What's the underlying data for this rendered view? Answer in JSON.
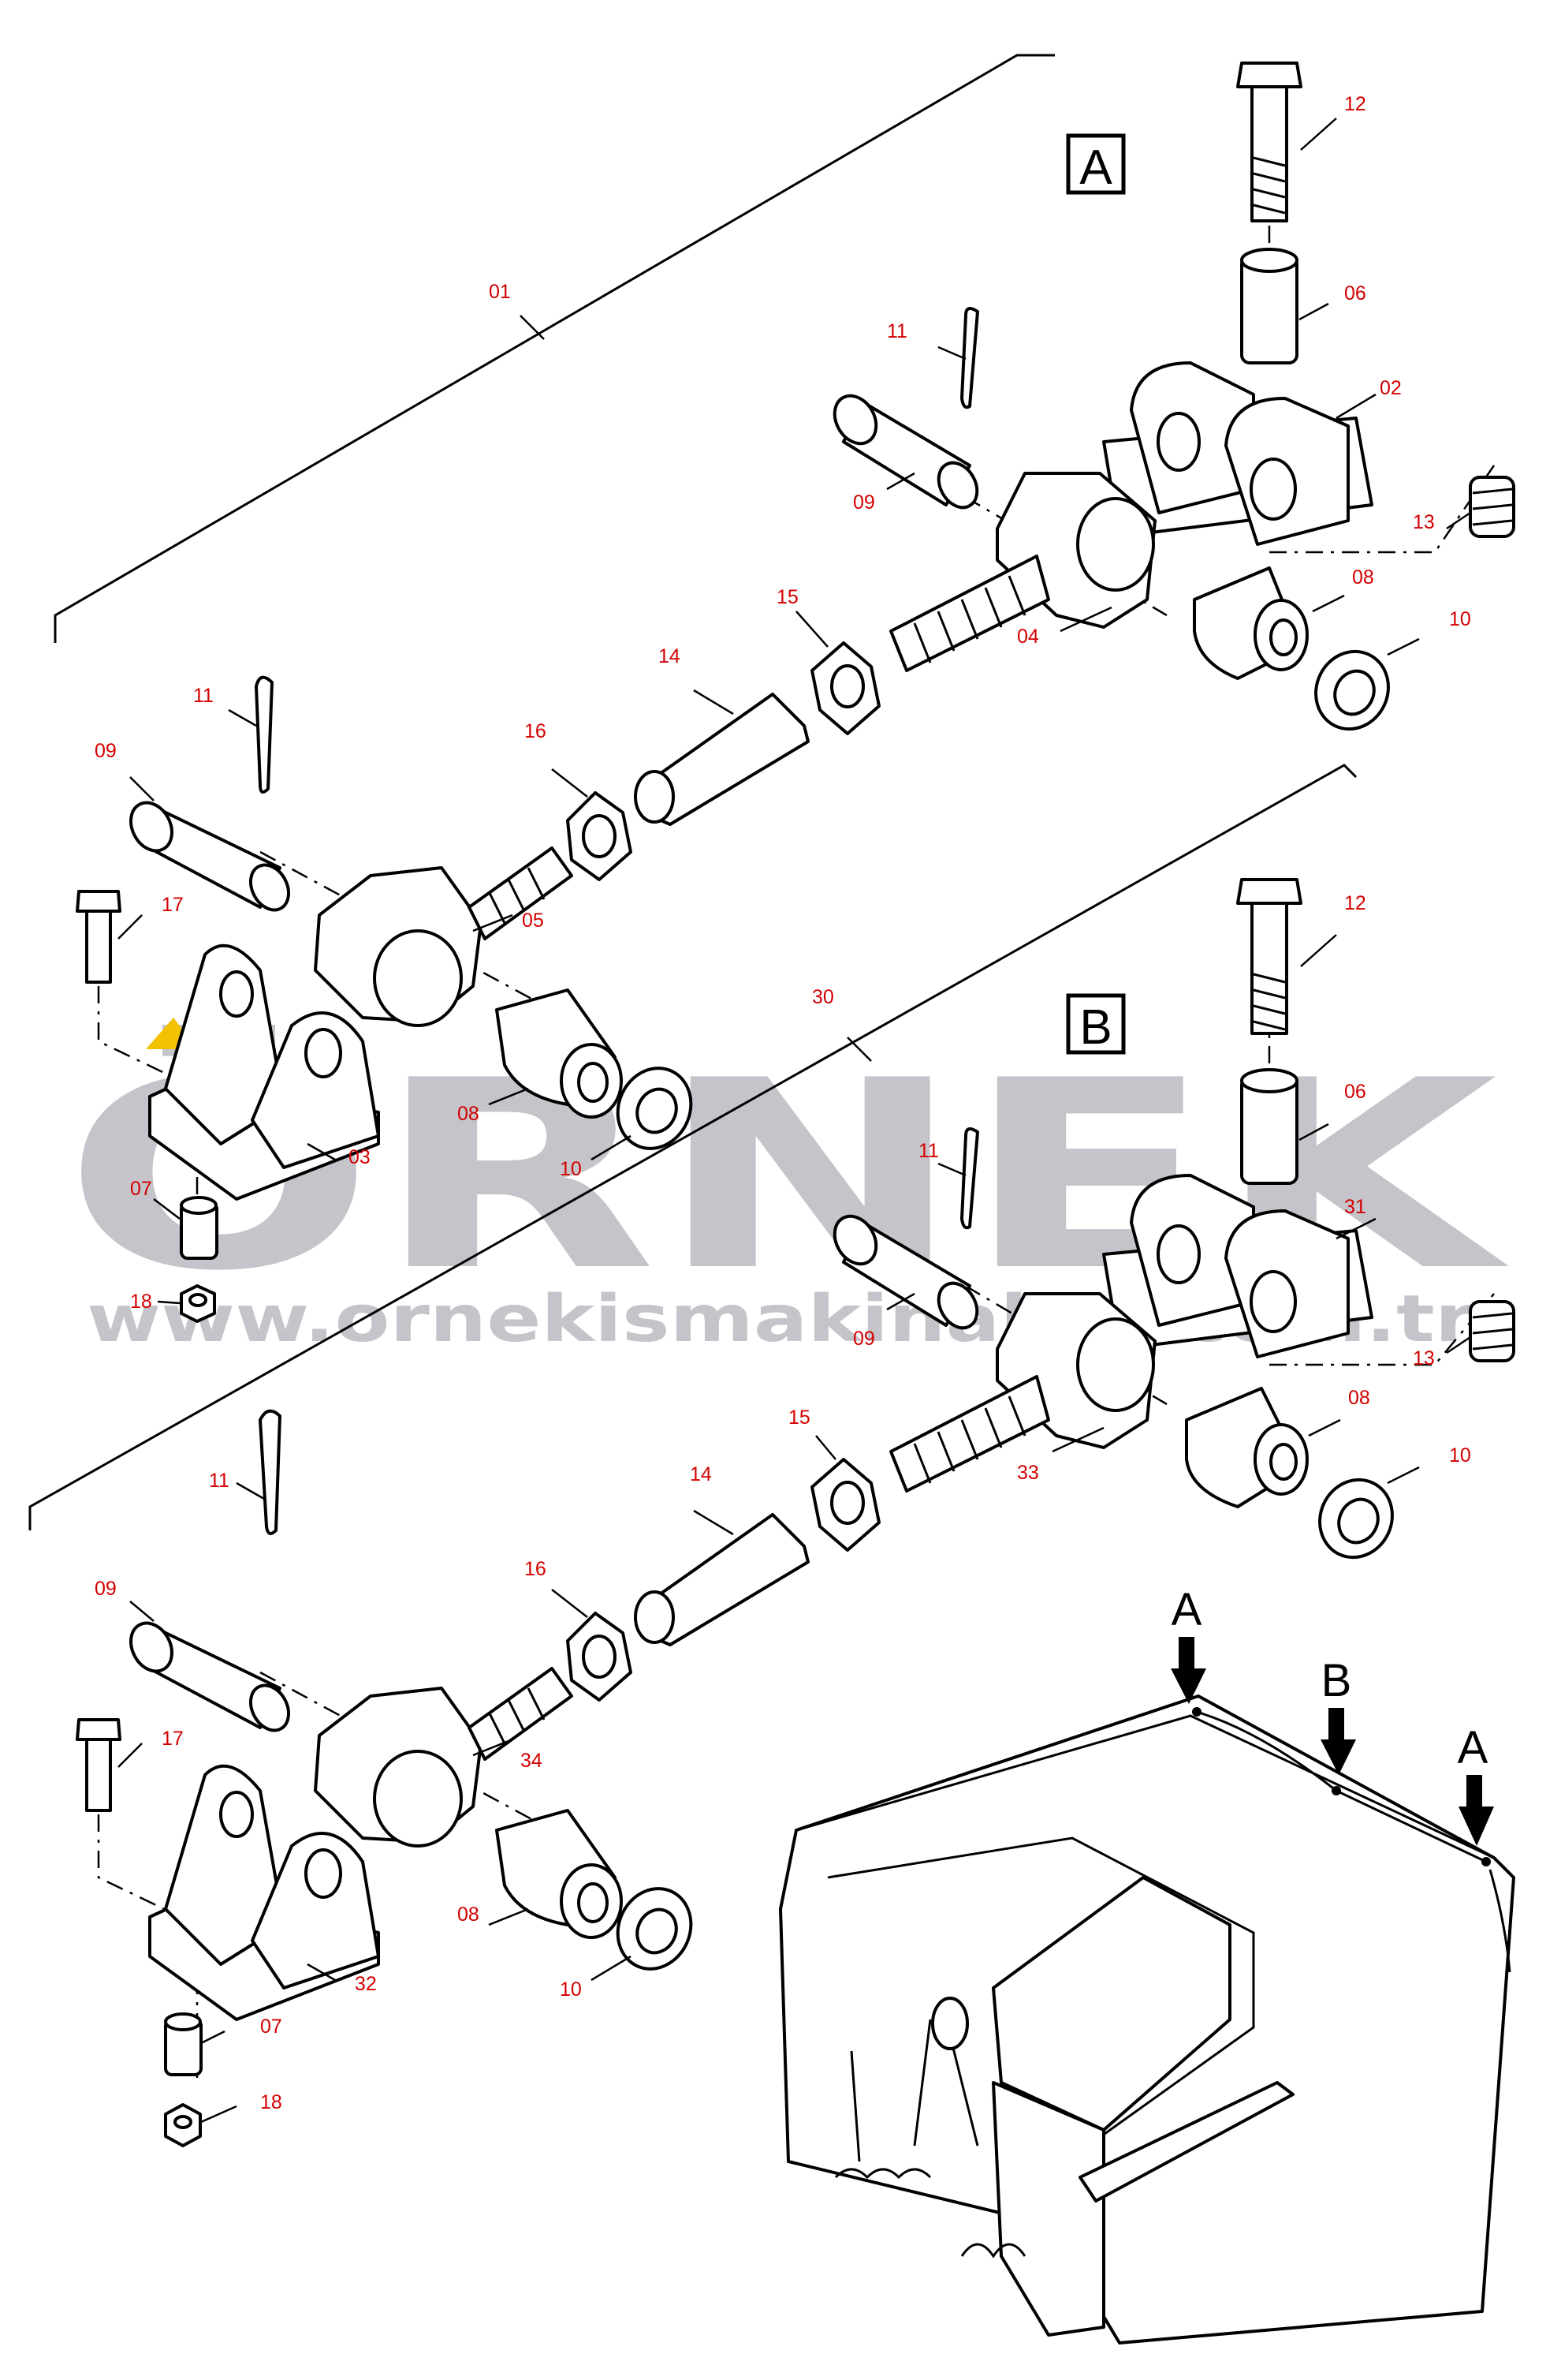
{
  "diagram": {
    "views": [
      {
        "id": "A",
        "label": "A",
        "assembly_number": "01"
      },
      {
        "id": "B",
        "label": "B",
        "assembly_number": "30"
      }
    ],
    "callouts_a": {
      "n01": "01",
      "n02": "02",
      "n03": "03",
      "n04": "04",
      "n05": "05",
      "n06": "06",
      "n07": "07",
      "n08_left": "08",
      "n08_right": "08",
      "n09_left": "09",
      "n09_right": "09",
      "n10_left": "10",
      "n10_right": "10",
      "n11_left": "11",
      "n11_right": "11",
      "n12": "12",
      "n13": "13",
      "n14": "14",
      "n15": "15",
      "n16": "16",
      "n17": "17",
      "n18": "18"
    },
    "callouts_b": {
      "n30": "30",
      "n31": "31",
      "n32": "32",
      "n33": "33",
      "n34": "34",
      "n06": "06",
      "n07": "07",
      "n08_left": "08",
      "n08_right": "08",
      "n09_left": "09",
      "n09_right": "09",
      "n10_left": "10",
      "n10_right": "10",
      "n11_left": "11",
      "n11_right": "11",
      "n12": "12",
      "n13": "13",
      "n14": "14",
      "n15": "15",
      "n16": "16",
      "n17": "17",
      "n18": "18"
    },
    "location_markers": [
      "A",
      "B",
      "A"
    ],
    "watermark": {
      "brand": "ÖRNEK",
      "url": "www.ornekismakinalari.com.tr"
    },
    "colors": {
      "callout": "#d40000",
      "line": "#000000",
      "watermark": "#c4c4ca",
      "watermark_accent": "#f2c200"
    }
  }
}
